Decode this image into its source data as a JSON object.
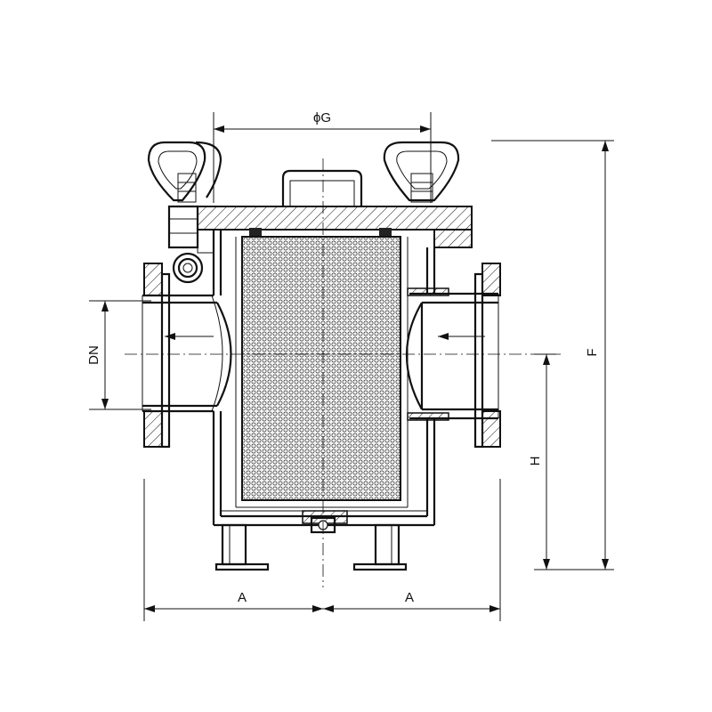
{
  "drawing": {
    "dimension_labels": {
      "phi_g": "ϕG",
      "f": "F",
      "dn": "DN",
      "h": "H",
      "a_left": "A",
      "a_right": "A"
    },
    "colors": {
      "line": "#111111",
      "background": "#ffffff",
      "mesh_fill": "#f2f2f2"
    }
  }
}
